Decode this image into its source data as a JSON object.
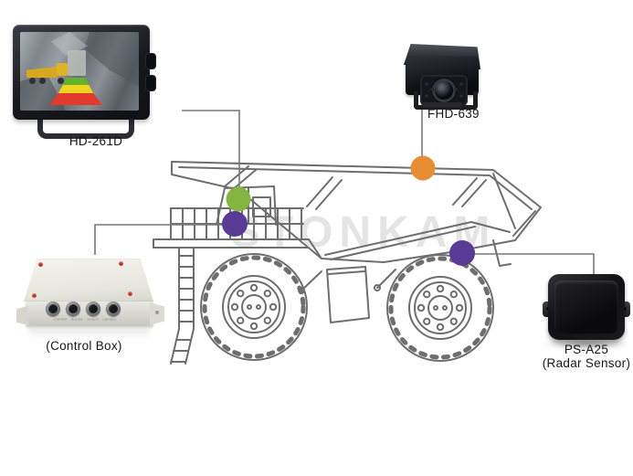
{
  "watermark": "STONKAM",
  "monitor": {
    "model": "HD-261D"
  },
  "camera": {
    "model": "FHD-639"
  },
  "control_box": {
    "label": "(Control Box)",
    "ports": [
      "monitor",
      "buzzer",
      "sensor",
      "camera"
    ]
  },
  "radar_sensor": {
    "model": "PS-A25",
    "label": "(Radar Sensor)"
  },
  "marker_colors": {
    "front_view_green": "#84b53f",
    "cab_purple": "#5a3a97",
    "bed_orange": "#e78e34",
    "rear_purple": "#5a3a97"
  },
  "screen_overlay_colors": {
    "far": "#63b22d",
    "mid": "#f0d51f",
    "near": "#e23a2c"
  }
}
